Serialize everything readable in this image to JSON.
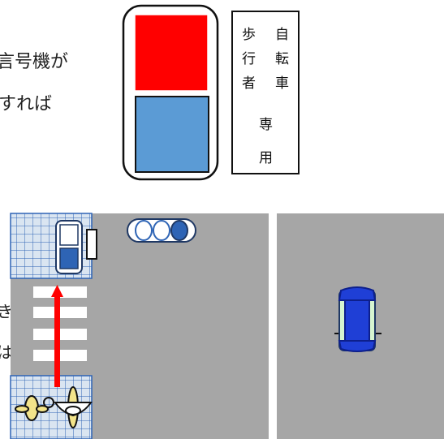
{
  "top_text": {
    "line1": "言号機が",
    "line2": "すれば"
  },
  "side_text": {
    "line1": "き",
    "line2": "は"
  },
  "sign": {
    "left_column": [
      "歩",
      "行",
      "者"
    ],
    "right_column": [
      "自",
      "転",
      "車"
    ],
    "bottom": [
      "専",
      "用"
    ]
  },
  "colors": {
    "signal_red": "#ff0000",
    "signal_blue": "#5b9bd5",
    "road": "#a6a6a6",
    "grid_tile": "#dae5f1",
    "arrow": "#ff0000",
    "car": "#1f3fd6"
  },
  "icons": {
    "pedestrian_signal": "pedestrian-signal-icon",
    "vehicle_signal": "traffic-light-icon",
    "car": "car-icon",
    "bicycle": "bicycle-icon"
  }
}
